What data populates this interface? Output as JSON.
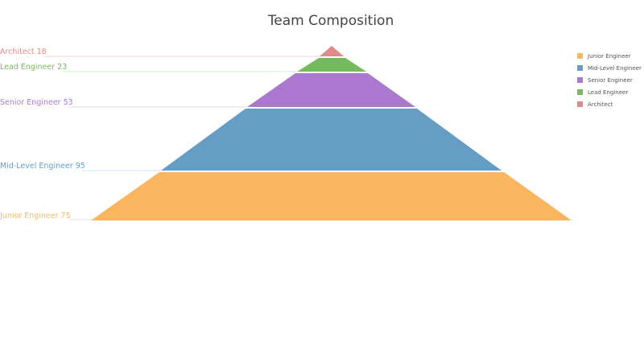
{
  "chart_data": {
    "type": "pyramid",
    "title": "Team Composition",
    "categories": [
      "Architect",
      "Lead Engineer",
      "Senior Engineer",
      "Mid-Level Engineer",
      "Junior Engineer"
    ],
    "values": [
      18,
      23,
      53,
      95,
      75
    ],
    "colors": [
      "#e08a8d",
      "#73bb5c",
      "#ab78d0",
      "#659dc5",
      "#fbb55e"
    ],
    "data_labels": [
      {
        "text": "Architect 18",
        "color": "#e08a8d"
      },
      {
        "text": "Lead Engineer 23",
        "color": "#73bb5c"
      },
      {
        "text": "Senior Engineer 53",
        "color": "#ab78d0"
      },
      {
        "text": "Mid-Level Engineer 95",
        "color": "#659dc5"
      },
      {
        "text": "Junior Engineer 75",
        "color": "#fbb55e"
      }
    ],
    "legend": {
      "position": "top-right",
      "entries": [
        {
          "name": "Junior Engineer",
          "color": "#fbb55e"
        },
        {
          "name": "Mid-Level Engineer",
          "color": "#659dc5"
        },
        {
          "name": "Senior Engineer",
          "color": "#ab78d0"
        },
        {
          "name": "Lead Engineer",
          "color": "#73bb5c"
        },
        {
          "name": "Architect",
          "color": "#e08a8d"
        }
      ]
    }
  }
}
